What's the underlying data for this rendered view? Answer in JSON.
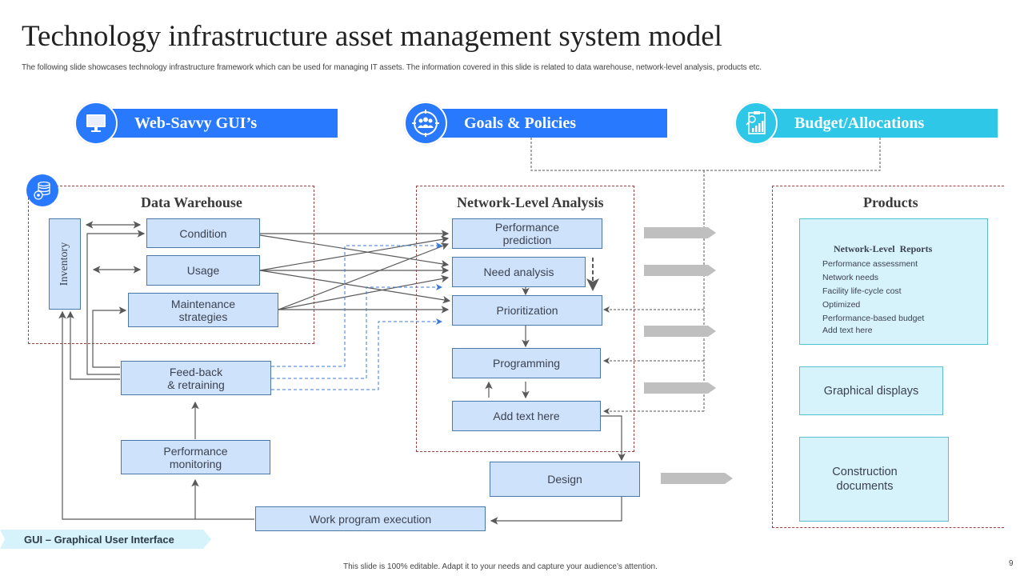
{
  "header": {
    "title": "Technology infrastructure asset management system model",
    "subtitle": "The following slide showcases technology infrastructure framework which can be used for managing IT  assets. The information covered in this slide is related to data warehouse, network-level analysis, products etc."
  },
  "banners": [
    {
      "label": "Web-Savvy GUI’s",
      "icon": "monitor-icon",
      "color": "#2979ff"
    },
    {
      "label": "Goals & Policies",
      "icon": "team-target-icon",
      "color": "#2979ff"
    },
    {
      "label": "Budget/Allocations",
      "icon": "budget-report-icon",
      "color": "#2ec7e8"
    }
  ],
  "data_warehouse": {
    "title": "Data Warehouse",
    "icon": "database-gear-icon",
    "inventory": "Inventory",
    "boxes": [
      "Condition",
      "Usage",
      "Maintenance strategies"
    ]
  },
  "left_flow": {
    "feedback": "Feed-back & retraining",
    "monitoring": "Performance monitoring",
    "work_program": "Work program execution"
  },
  "network_analysis": {
    "title": "Network-Level Analysis",
    "boxes": [
      "Performance prediction",
      "Need analysis",
      "Prioritization",
      "Programming",
      "Add text here"
    ],
    "design": "Design"
  },
  "products": {
    "title": "Products",
    "reports_title": "Network-Level  Reports",
    "reports_items": [
      "Performance assessment",
      "Network needs",
      "Facility life-cycle cost",
      "Optimized",
      "Performance-based budget",
      "Add text here"
    ],
    "graphical": "Graphical displays",
    "construction": "Construction documents"
  },
  "legend": {
    "label": "GUI – Graphical User Interface"
  },
  "footer": {
    "note": "This slide is 100% editable.  Adapt it to your needs and capture your audience’s attention.",
    "page_number": "9"
  },
  "colors": {
    "primary_blue": "#2979ff",
    "cyan": "#2ec7e8",
    "box_fill": "#cfe2fb",
    "product_fill": "#d6f2fa",
    "frame_dash": "#a04040"
  }
}
